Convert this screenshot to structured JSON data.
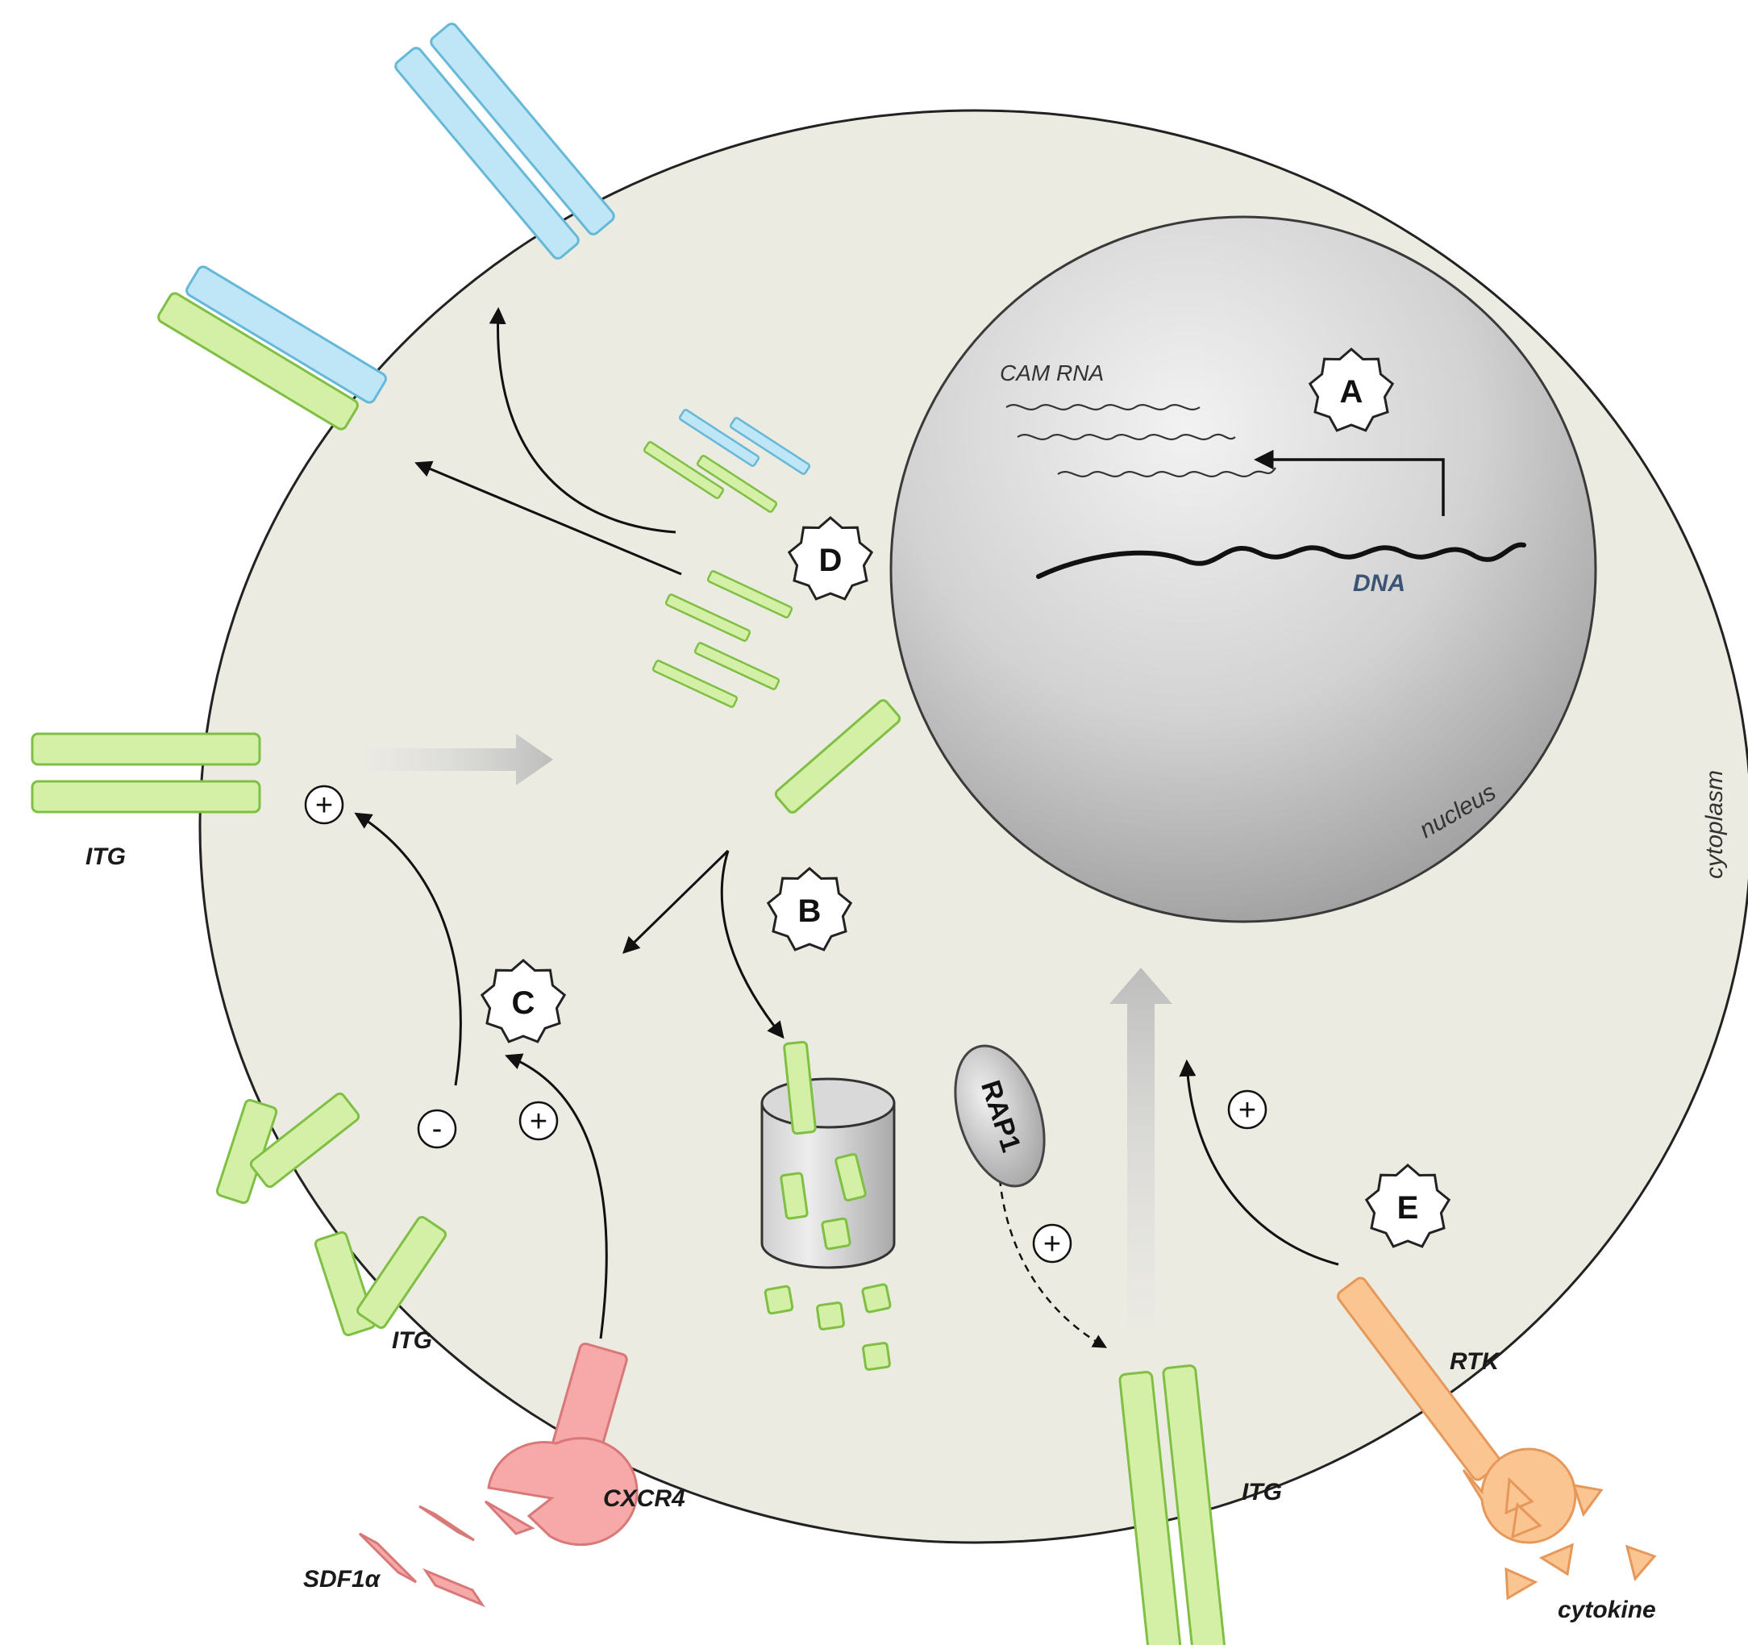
{
  "colors": {
    "cytoplasm": "#ecebe1",
    "nucleus_light": "#e9e9e9",
    "nucleus_dark": "#a8a8a8",
    "integrin": "#d4f0a6",
    "integrin_stroke": "#7fbf44",
    "cam_blue": "#bfe6f6",
    "cam_blue_stroke": "#66b8d9",
    "cxcr4": "#f7a8a8",
    "rtk": "#fbc592",
    "outline": "#222222"
  },
  "labels": {
    "cam_rna": "CAM RNA",
    "dna": "DNA",
    "nucleus": "nucleus",
    "cytoplasm": "cytoplasm",
    "itg_left": "ITG",
    "itg_bottom_left": "ITG",
    "itg_bottom": "ITG",
    "rap1": "RAP1",
    "rtk": "RTK",
    "cxcr4": "CXCR4",
    "sdf1a": "SDF1α",
    "cytokine": "cytokine"
  },
  "steps": {
    "a": "A",
    "b": "B",
    "c": "C",
    "d": "D",
    "e": "E"
  },
  "signs": {
    "plus_itg": "+",
    "minus_c": "-",
    "plus_c": "+",
    "plus_rap1": "+",
    "plus_e": "+"
  }
}
